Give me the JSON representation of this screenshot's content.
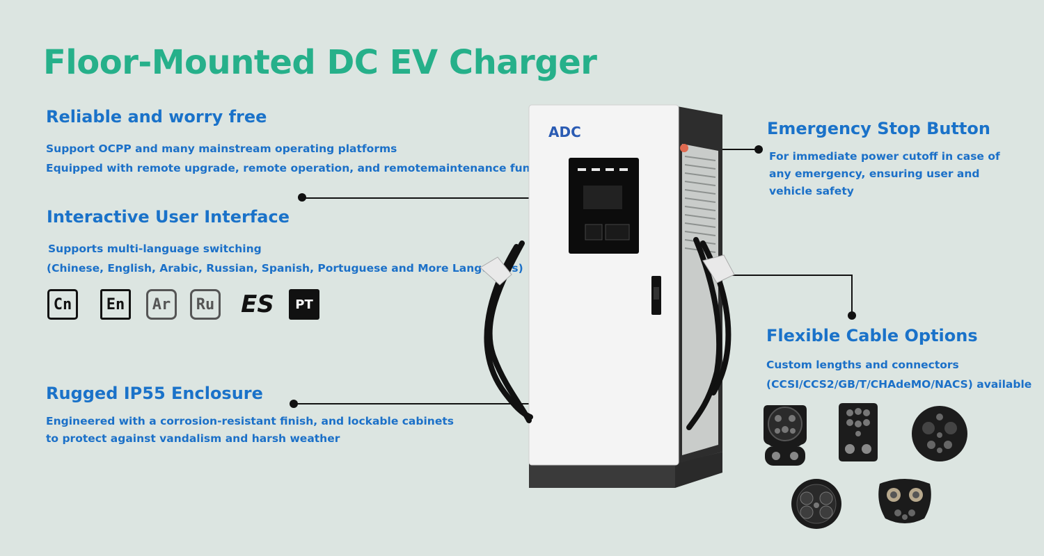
{
  "title": "Floor-Mounted DC EV Charger",
  "features": {
    "reliable": {
      "heading": "Reliable and worry free",
      "lines": [
        "Support OCPP and many mainstream operating platforms",
        "Equipped with remote upgrade, remote operation, and remotemaintenance functions"
      ]
    },
    "interface": {
      "heading": "Interactive User Interface",
      "lines": [
        "Supports multi-language switching",
        "(Chinese, English, Arabic, Russian, Spanish, Portuguese and More Languages)"
      ]
    },
    "enclosure": {
      "heading": "Rugged IP55 Enclosure",
      "lines": [
        "Engineered with a corrosion-resistant finish, and lockable cabinets",
        "to protect against vandalism and harsh weather"
      ]
    },
    "estop": {
      "heading": "Emergency Stop Button",
      "lines": [
        "For immediate power cutoff in case of",
        "any emergency, ensuring user and",
        "vehicle safety"
      ]
    },
    "cables": {
      "heading": "Flexible Cable Options",
      "lines": [
        "Custom lengths and connectors",
        "(CCSI/CCS2/GB/T/CHAdeMO/NACS) available"
      ]
    }
  },
  "languages": [
    "Cn",
    "En",
    "Ar",
    "Ru",
    "ES",
    "PT"
  ],
  "brand_logo": "ADC",
  "colors": {
    "title": "#26b08a",
    "heading": "#1a72c9",
    "body_text": "#1b70c8",
    "background": "#dce5e1"
  }
}
